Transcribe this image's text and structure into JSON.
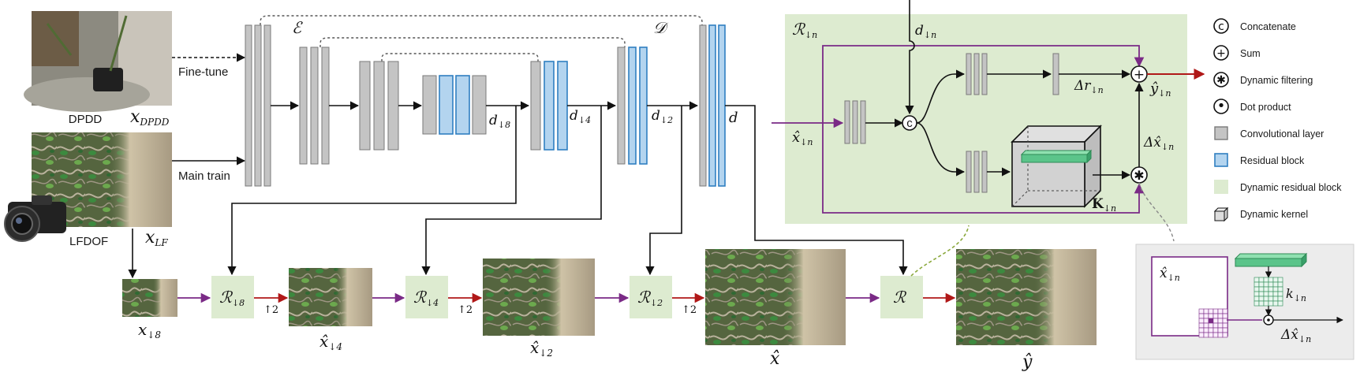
{
  "datasets": {
    "dpdd": "DPDD",
    "lfdof": "LFDOF",
    "x_dpdd": "x",
    "x_dpdd_sub": "DPDD",
    "x_lf": "x",
    "x_lf_sub": "LF"
  },
  "arrows": {
    "fine_tune": "Fine-tune",
    "main_train": "Main train"
  },
  "encoder_label": "ℰ",
  "decoder_label": "𝒟",
  "features": {
    "d8": "d",
    "d8_sub": "↓8",
    "d4": "d",
    "d4_sub": "↓4",
    "d2": "d",
    "d2_sub": "↓2",
    "d": "d"
  },
  "pipeline": {
    "x8": "x",
    "x8_sub": "↓8",
    "r8": "ℛ",
    "r8_sub": "↓8",
    "up1": "↑2",
    "xh4": "x̂",
    "xh4_sub": "↓4",
    "r4": "ℛ",
    "r4_sub": "↓4",
    "up2": "↑2",
    "xh2": "x̂",
    "xh2_sub": "↓2",
    "r2": "ℛ",
    "r2_sub": "↓2",
    "up3": "↑2",
    "xh": "x̂",
    "r": "ℛ",
    "yh": "ŷ"
  },
  "block": {
    "title": "ℛ",
    "title_sub": "↓n",
    "dn": "d",
    "dn_sub": "↓n",
    "xin": "x̂",
    "xin_sub": "↓n",
    "concat_symbol": "c",
    "dr": "Δr",
    "dr_sub": "↓n",
    "yout": "ŷ",
    "yout_sub": "↓n",
    "dx": "Δx̂",
    "dx_sub": "↓n",
    "kernel": "K",
    "kernel_sub": "↓n"
  },
  "inset": {
    "xin": "x̂",
    "xin_sub": "↓n",
    "k": "k",
    "k_sub": "↓n",
    "dx": "Δx̂",
    "dx_sub": "↓n"
  },
  "legend": [
    {
      "symbol": "concat-icon",
      "glyph": "c",
      "label": "Concatenate"
    },
    {
      "symbol": "sum-icon",
      "glyph": "+",
      "label": "Sum"
    },
    {
      "symbol": "dynamic-filter-icon",
      "glyph": "✱",
      "label": "Dynamic filtering"
    },
    {
      "symbol": "dot-product-icon",
      "glyph": "•",
      "label": "Dot product"
    },
    {
      "symbol": "conv-layer-icon",
      "glyph": "",
      "label": "Convolutional layer"
    },
    {
      "symbol": "residual-block-icon",
      "glyph": "",
      "label": "Residual block"
    },
    {
      "symbol": "dynamic-residual-icon",
      "glyph": "",
      "label": "Dynamic residual block"
    },
    {
      "symbol": "dynamic-kernel-icon",
      "glyph": "",
      "label": "Dynamic kernel"
    }
  ],
  "colors": {
    "conv_fill": "#c4c4c4",
    "conv_stroke": "#7a7a7a",
    "res_fill": "#b3d4ef",
    "res_stroke": "#2f7fc1",
    "block_bg": "#ddebd0",
    "purple": "#7a2a86",
    "red": "#b01818",
    "kernel_green": "#5bc48a"
  }
}
